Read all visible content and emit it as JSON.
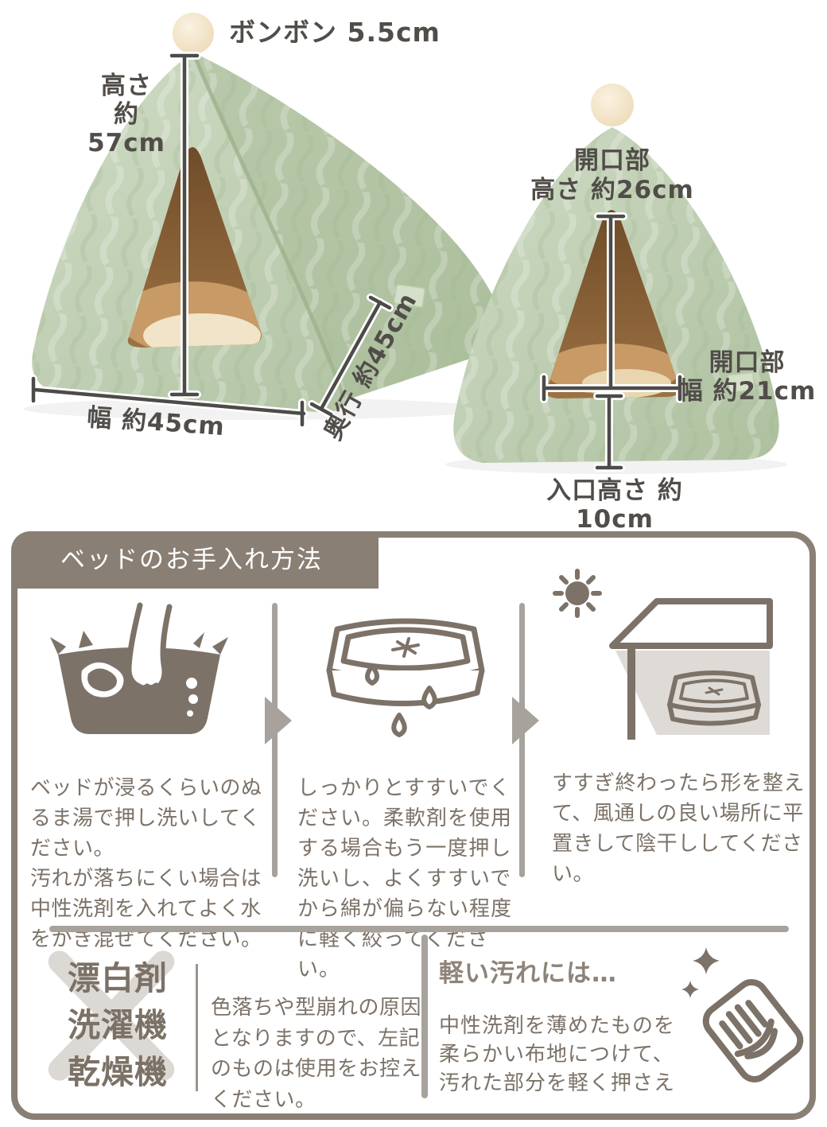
{
  "product": "pet-tent-bed-dimensions-and-care",
  "dims": {
    "pompom": "ボンボン 5.5cm",
    "height": [
      "高さ",
      "約57cm"
    ],
    "width": "幅 約45cm",
    "depth": "奥行 約45cm",
    "opening_height": [
      "開口部",
      "高さ 約26cm"
    ],
    "opening_width": [
      "開口部",
      "幅 約21cm"
    ],
    "entrance": "入口高さ 約10cm"
  },
  "care": {
    "title": "ベッドのお手入れ方法",
    "steps": [
      {
        "icon": "hand-wash-icon",
        "text": "ベッドが浸るくらいのぬるま湯で押し洗いしてください。\n汚れが落ちにくい場合は中性洗剤を入れてよく水をかき混ぜてください。"
      },
      {
        "icon": "rinse-drip-icon",
        "text": "しっかりとすすいでください。柔軟剤を使用する場合もう一度押し洗いし、よくすすいでから綿が偏らない程度に軽く絞ってください。"
      },
      {
        "icon": "shade-dry-icon",
        "text": "すすぎ終わったら形を整えて、風通しの良い場所に平置きして陰干ししてください。"
      }
    ],
    "prohibited": {
      "items": [
        "漂白剤",
        "洗濯機",
        "乾燥機"
      ],
      "note": "色落ちや型崩れの原因となりますので、左記のものは使用をお控えください。"
    },
    "light_dirt": {
      "heading": "軽い汚れには…",
      "text": "中性洗剤を薄めたものを柔らかい布地につけて、汚れた部分を軽く押さえ",
      "icon": "wipe-cloth-icon"
    }
  },
  "colors": {
    "taupe": "#8a7f74",
    "icon_brown_gray": "#7d7268",
    "divider_gray": "#a7a29c",
    "light_x_gray": "#dcd9d5",
    "body_text": "#7c7268",
    "measurement_text": "#514d49",
    "measurement_line": "#4d4b49",
    "bed_green": "#c9d7bc",
    "bed_green_shade": "#a8bc98",
    "opening_brown": "#74512d",
    "cushion_tan": "#c79a66",
    "cushion_cream": "#f1e4c8",
    "pompom_cream": "#f4e8cd"
  }
}
